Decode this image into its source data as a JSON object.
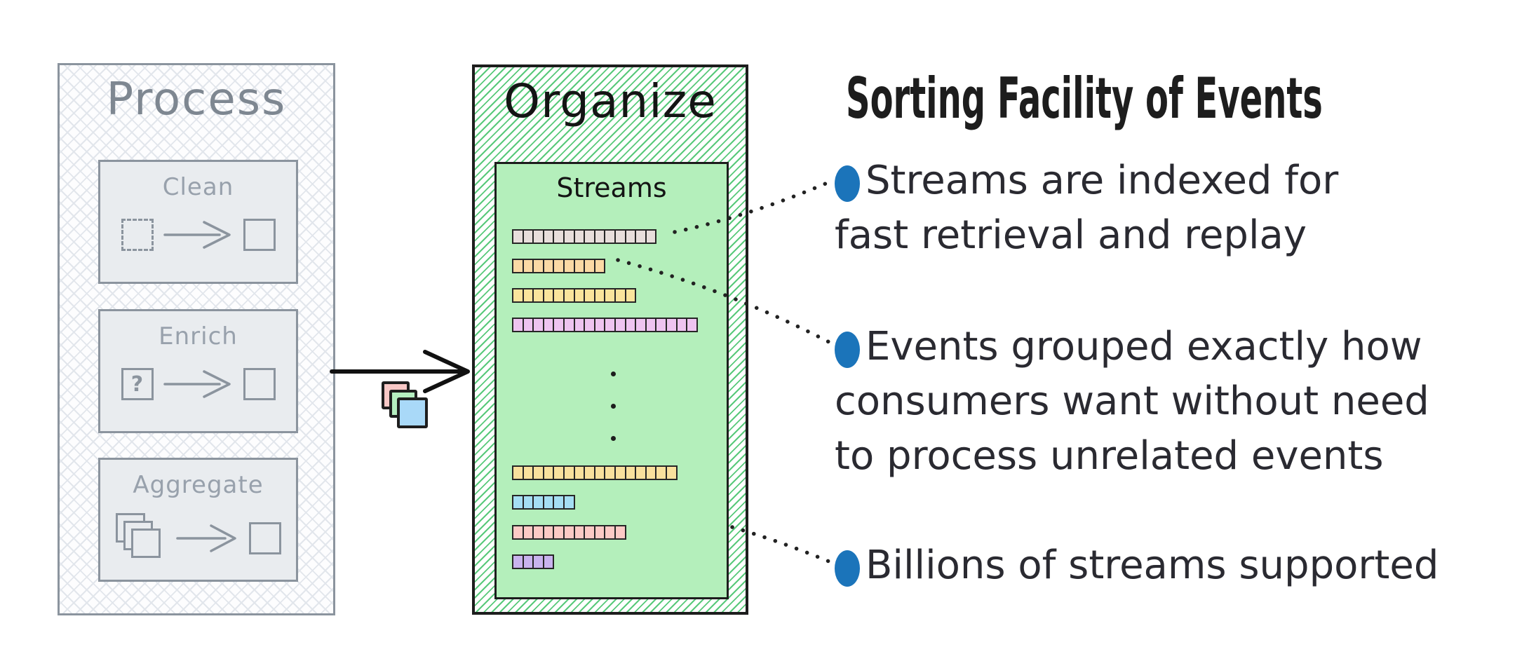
{
  "colors": {
    "bullet": "#1b74ba",
    "organize_fill": "#b4efbb",
    "organize_hatch": "#58c97a",
    "panel_border_gray": "#8b949e",
    "ink": "#1d1d1d",
    "text": "#2a2a31",
    "process_title": "#7e8791",
    "step_title": "#98a1ac",
    "step_fill": "#e9ecef"
  },
  "process_panel": {
    "title": "Process",
    "steps": [
      {
        "label": "Clean",
        "icon": "dashed-square-to-square"
      },
      {
        "label": "Enrich",
        "icon": "question-square-to-square",
        "glyph": "?"
      },
      {
        "label": "Aggregate",
        "icon": "stacked-squares-to-square"
      }
    ]
  },
  "transfer": {
    "square_colors": [
      "#f8c8c6",
      "#b5eec0",
      "#a9d9f8"
    ]
  },
  "organize_panel": {
    "title": "Organize",
    "streams_box": {
      "label": "Streams",
      "rows": [
        {
          "color": "#e8dedc",
          "segments": 14
        },
        {
          "color": "#fbd9a5",
          "segments": 9
        },
        {
          "color": "#fae49c",
          "segments": 12
        },
        {
          "color": "#eec4f0",
          "segments": 18
        },
        {
          "color": "#f9e09d",
          "segments": 16
        },
        {
          "color": "#a5def3",
          "segments": 6
        },
        {
          "color": "#fccac5",
          "segments": 11
        },
        {
          "color": "#c9b3ee",
          "segments": 4
        }
      ]
    }
  },
  "callouts": {
    "heading": "Sorting Facility of Events",
    "items": [
      {
        "lines": [
          "Streams are indexed for",
          "fast retrieval and replay"
        ]
      },
      {
        "lines": [
          "Events grouped exactly how",
          "consumers want without need",
          "to process unrelated events"
        ]
      },
      {
        "lines": [
          "Billions of streams supported"
        ]
      }
    ]
  }
}
